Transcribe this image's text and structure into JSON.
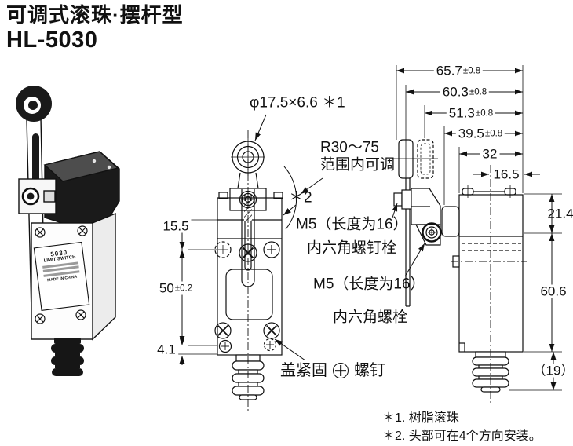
{
  "header": {
    "title": "可调式滚珠·摆杆型",
    "model": "HL-5030"
  },
  "product_view": {
    "nameplate": {
      "model": "5030",
      "type": "LIMIT SWITCH",
      "origin": "MADE IN CHINA"
    }
  },
  "front_view": {
    "dim_top_offset": "15.5",
    "dim_body": {
      "v": "50",
      "tol": "±0.2"
    },
    "dim_bottom": "4.1",
    "roller_label": "φ17.5×6.6 ＊1",
    "radius_label_line1": "R30～75",
    "radius_label_line2": "范围内可调",
    "head_note_ref": "＊2",
    "m5_setscrew_line1": "M5（长度为16）",
    "m5_setscrew_line2": "内六角螺钉栓",
    "m5_bolt_line1": "M5（长度为16）",
    "m5_bolt_line2": "内六角螺栓",
    "cover_label_left": "盖紧固",
    "cover_label_right": "螺钉",
    "cover_screw_icon": "cross-recess-screw"
  },
  "side_view": {
    "dims_top": [
      {
        "v": "65.7",
        "tol": "±0.8"
      },
      {
        "v": "60.3",
        "tol": "±0.8"
      },
      {
        "v": "51.3",
        "tol": "±0.8"
      },
      {
        "v": "39.5",
        "tol": "±0.8"
      },
      {
        "v": "32",
        "tol": ""
      },
      {
        "v": "16.5",
        "tol": ""
      }
    ],
    "dim_head_height": "21.4",
    "dim_body_height": "60.6",
    "dim_boot_height": "（19）"
  },
  "notes": [
    "＊1. 树脂滚珠",
    "＊2. 头部可在4个方向安装。"
  ],
  "colors": {
    "ink": "#111111",
    "paper": "#ffffff",
    "dark_fill": "#1a1a1a"
  }
}
